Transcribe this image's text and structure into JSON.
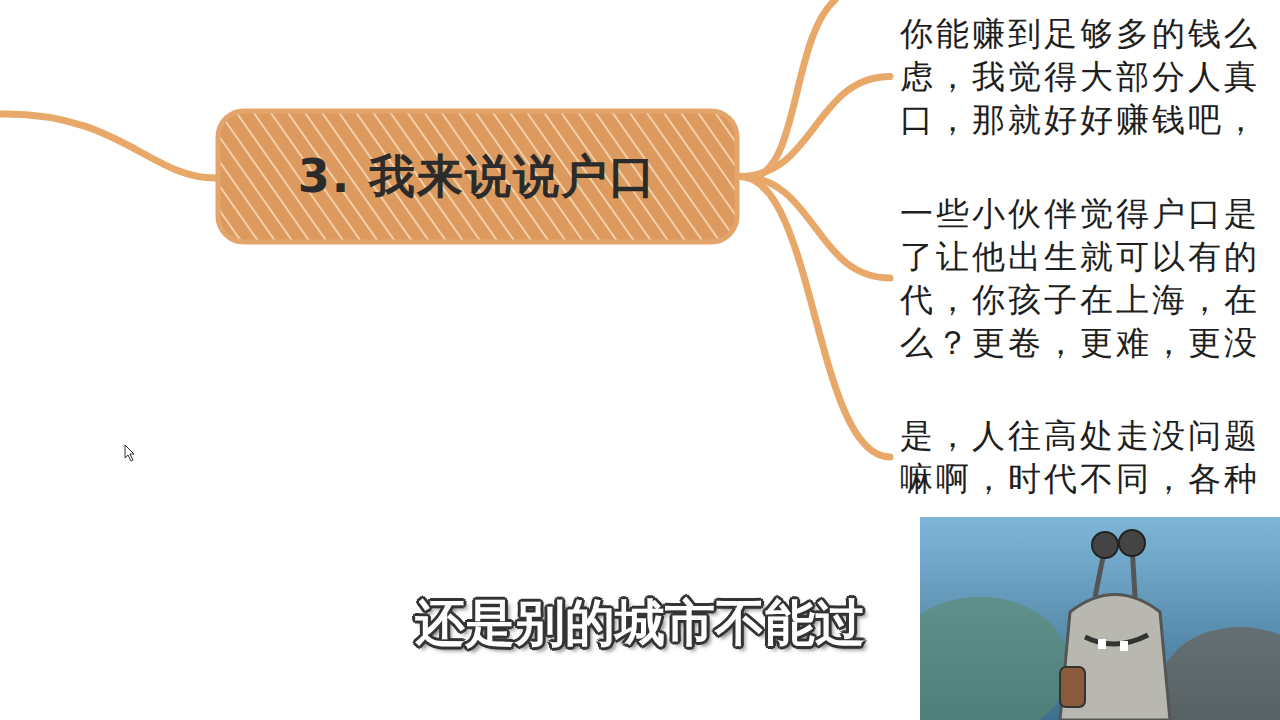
{
  "diagram": {
    "nodes": [
      {
        "text": [
          "3. 我来说说户口"
        ]
      },
      {
        "text": [
          "你能赚到足够多的钱么 虑，我觉得大部分人真 口，那就好好赚钱吧，"
        ]
      },
      {
        "text": [
          "一些小伙伴觉得户口是 了让他出生就可以有的 代，你孩子在上海，在 么？更卷，更难，更没"
        ]
      },
      {
        "text": [
          "是，人往高处走没问题 嘛啊，时代不同，各种"
        ]
      }
    ],
    "edges": [
      {
        "from": 0,
        "to": 1,
        "arrow": "none"
      },
      {
        "from": 0,
        "to": 2,
        "arrow": "none"
      },
      {
        "from": 0,
        "to": 3,
        "arrow": "none"
      }
    ],
    "labels": [
      "还是别的城市不能过"
    ]
  }
}
